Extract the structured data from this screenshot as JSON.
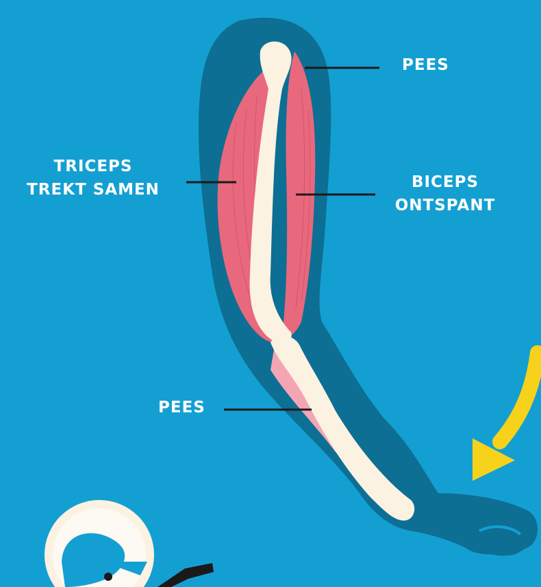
{
  "colors": {
    "background": "#149fd3",
    "arm_silhouette": "#0d6f93",
    "muscle": "#e8687d",
    "muscle_light": "#f4a5b3",
    "bone": "#fbf2e2",
    "pointer_line": "#1a1a1a",
    "arrow": "#f7d21b",
    "label_text": "#ffffff"
  },
  "labels": {
    "tendon_top": "PEES",
    "triceps_line1": "TRICEPS",
    "triceps_line2": "TREKT SAMEN",
    "biceps_line1": "BICEPS",
    "biceps_line2": "ONTSPANT",
    "tendon_bottom": "PEES"
  },
  "icons": {
    "arrow": "yellow-curved-arrow-icon",
    "figure": "person-head-icon"
  }
}
